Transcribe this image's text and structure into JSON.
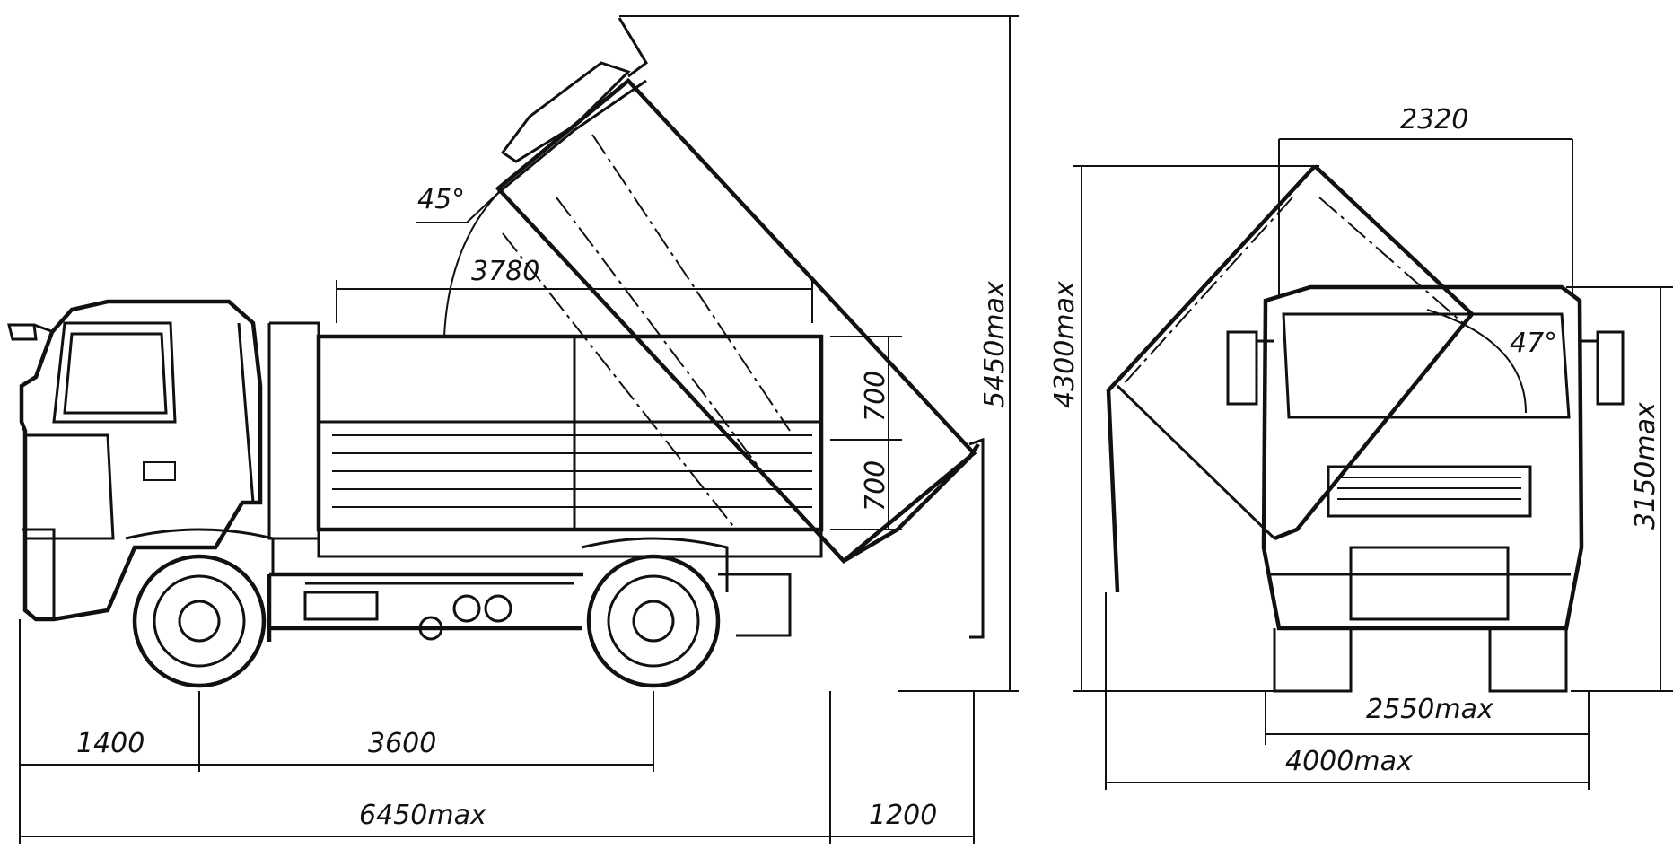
{
  "side_view": {
    "angle_label": "45°",
    "body_length": "3780",
    "side_height_upper": "700",
    "side_height_lower": "700",
    "total_height": "5450max",
    "front_overhang": "1400",
    "wheelbase": "3600",
    "overall_length": "6450max",
    "rear_extension": "1200"
  },
  "front_view": {
    "body_width": "2320",
    "tipping_height": "4300max",
    "angle_label": "47°",
    "cab_height": "3150max",
    "overall_width": "2550max",
    "tipping_width": "4000max"
  },
  "colors": {
    "ink": "#111111",
    "paper": "#ffffff"
  }
}
